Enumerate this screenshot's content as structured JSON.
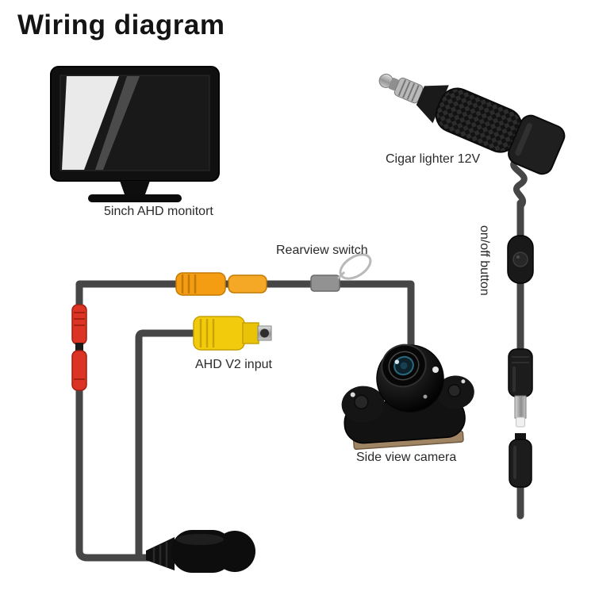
{
  "title": "Wiring diagram",
  "labels": {
    "monitor": "5inch AHD monitort",
    "cigar_lighter": "Cigar lighter 12V",
    "on_off": "on/off button",
    "rearview_switch": "Rearview switch",
    "ahd_input": "AHD V2 input",
    "side_camera": "Side view camera"
  },
  "colors": {
    "background": "#ffffff",
    "wire": "#464646",
    "device_black": "#161616",
    "connector_orange": "#F49C12",
    "connector_yellow": "#F2CB0C",
    "connector_red": "#DB3425",
    "metal_silver": "#BDBDBD",
    "camera_lens_teal": "#2A6A80",
    "label_text": "#2A2A2A",
    "title_text": "#141414"
  },
  "objects": [
    "monitor",
    "cigar-lighter-plug",
    "onoff-button-module",
    "rearview-switch-loop",
    "orange-rca-coupler",
    "yellow-rca-connector",
    "red-power-coupler",
    "side-view-camera",
    "dc-male-plug",
    "dc-female-jack",
    "cable-junction"
  ]
}
